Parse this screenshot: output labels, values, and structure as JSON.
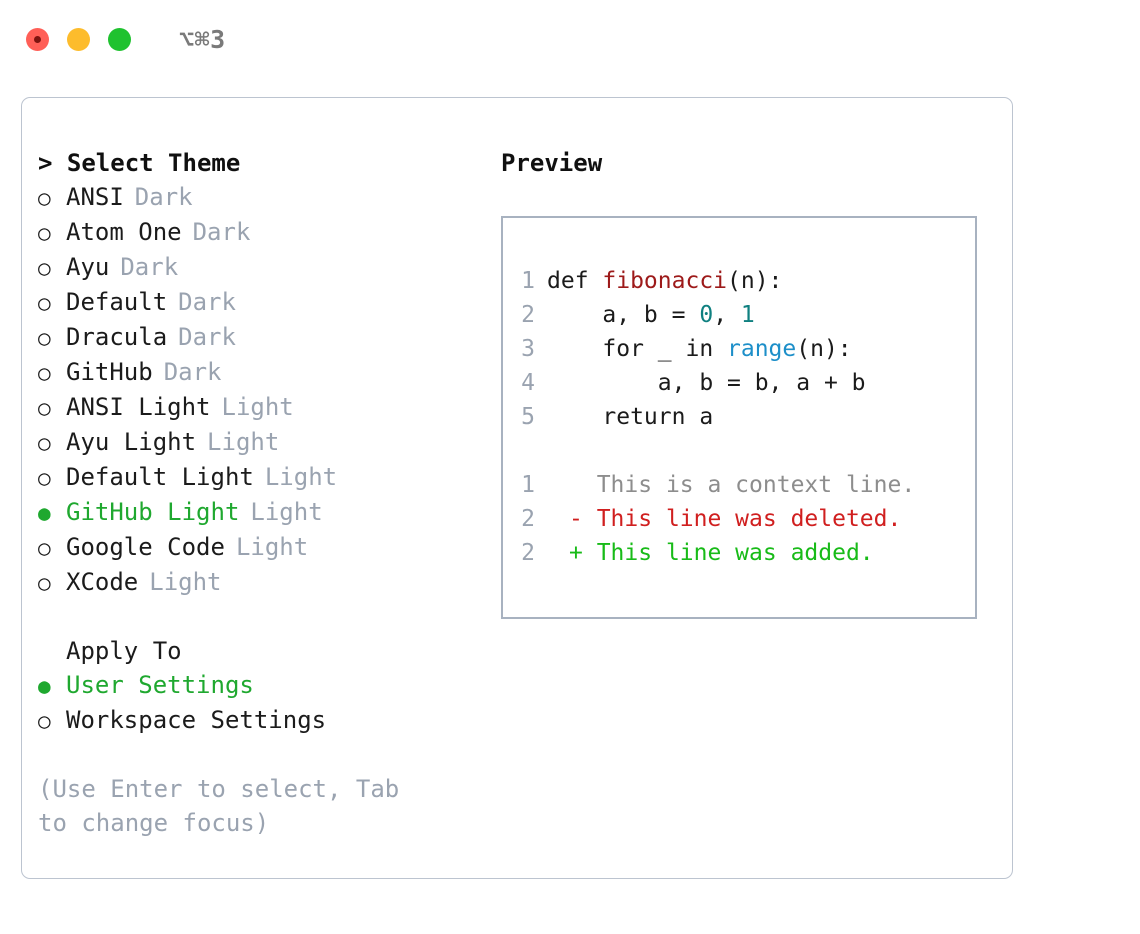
{
  "titlebar": {
    "shortcut": "⌥⌘3",
    "lights": [
      "close",
      "minimize",
      "zoom"
    ]
  },
  "theme_selector": {
    "header": "> Select Theme",
    "marker_unselected": "○",
    "marker_selected": "●",
    "options": [
      {
        "name": "ANSI",
        "tag": "Dark",
        "selected": false
      },
      {
        "name": "Atom One",
        "tag": "Dark",
        "selected": false
      },
      {
        "name": "Ayu",
        "tag": "Dark",
        "selected": false
      },
      {
        "name": "Default",
        "tag": "Dark",
        "selected": false
      },
      {
        "name": "Dracula",
        "tag": "Dark",
        "selected": false
      },
      {
        "name": "GitHub",
        "tag": "Dark",
        "selected": false
      },
      {
        "name": "ANSI Light",
        "tag": "Light",
        "selected": false
      },
      {
        "name": "Ayu Light",
        "tag": "Light",
        "selected": false
      },
      {
        "name": "Default Light",
        "tag": "Light",
        "selected": false
      },
      {
        "name": "GitHub Light",
        "tag": "Light",
        "selected": true
      },
      {
        "name": "Google Code",
        "tag": "Light",
        "selected": false
      },
      {
        "name": "XCode",
        "tag": "Light",
        "selected": false
      }
    ]
  },
  "apply_to": {
    "header": "Apply To",
    "options": [
      {
        "name": "User Settings",
        "selected": true
      },
      {
        "name": "Workspace Settings",
        "selected": false
      }
    ]
  },
  "hint": "(Use Enter to select, Tab to change focus)",
  "preview": {
    "header": "Preview",
    "code_lines": [
      {
        "ln": "1",
        "tokens": [
          {
            "t": "def ",
            "k": "plain"
          },
          {
            "t": "fibonacci",
            "k": "fn"
          },
          {
            "t": "(n):",
            "k": "plain"
          }
        ]
      },
      {
        "ln": "2",
        "tokens": [
          {
            "t": "    a, b = ",
            "k": "plain"
          },
          {
            "t": "0",
            "k": "num"
          },
          {
            "t": ", ",
            "k": "plain"
          },
          {
            "t": "1",
            "k": "num"
          }
        ]
      },
      {
        "ln": "3",
        "tokens": [
          {
            "t": "    for _ in ",
            "k": "plain"
          },
          {
            "t": "range",
            "k": "call"
          },
          {
            "t": "(n):",
            "k": "plain"
          }
        ]
      },
      {
        "ln": "4",
        "tokens": [
          {
            "t": "        a, b = b, a + b",
            "k": "plain"
          }
        ]
      },
      {
        "ln": "5",
        "tokens": [
          {
            "t": "    return a",
            "k": "plain"
          }
        ]
      }
    ],
    "diff_lines": [
      {
        "ln": "1",
        "sign": " ",
        "text": " This is a context line.",
        "kind": "context"
      },
      {
        "ln": "2",
        "sign": "-",
        "text": " This line was deleted.",
        "kind": "deleted"
      },
      {
        "ln": "2",
        "sign": "+",
        "text": " This line was added.",
        "kind": "added"
      }
    ]
  },
  "colors": {
    "accent_green": "#1fa82f",
    "muted": "#9aa3b0",
    "border": "#bcc4d0",
    "preview_border": "#a8b2c0",
    "fn_red": "#9d1a1a",
    "number_teal": "#0f8080",
    "call_blue": "#1d8fc9",
    "diff_del": "#d01f1f",
    "diff_add": "#18bb18"
  }
}
